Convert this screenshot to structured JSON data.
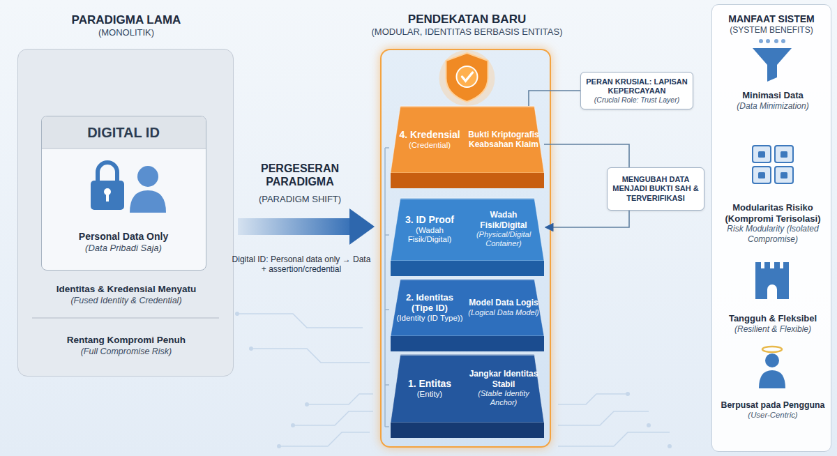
{
  "diagram": {
    "nodes": [
      {
        "text": [
          "PARADIGMA LAMA",
          "(MONOLITIK)",
          "Identitas & Kredensial Menyatu",
          "(Fused Identity & Credential)",
          "Rentang Kompromi Penuh",
          "(Full Compromise Risk)"
        ]
      },
      {
        "text": [
          "DIGITAL ID",
          "Personal Data Only",
          "(Data Pribadi Saja)"
        ],
        "in": 0
      },
      {
        "text": [
          "PENDEKATAN BARU",
          "(MODULAR, IDENTITAS BERBASIS ENTITAS)"
        ]
      },
      {
        "text": [
          "4. Kredensial",
          "(Credential)",
          "Bukti Kriptografis Keabsahan Klaim"
        ],
        "in": 2
      },
      {
        "text": [
          "3. ID Proof",
          "(Wadah Fisik/Digital)",
          "Wadah Fisik/Digital",
          "(Physical/Digital Container)"
        ],
        "in": 2
      },
      {
        "text": [
          "2. Identitas (Tipe ID)",
          "(Identity (ID Type))",
          "Model Data Logis",
          "(Logical Data Model)"
        ],
        "in": 2
      },
      {
        "text": [
          "1. Entitas",
          "(Entity)",
          "Jangkar Identitas Stabil",
          "(Stable Identity Anchor)"
        ],
        "in": 2
      },
      {
        "text": [
          "PERAN KRUSIAL: LAPISAN KEPERCAYAAN",
          "(Crucial Role: Trust Layer)"
        ]
      },
      {
        "text": [
          "MENGUBAH DATA MENJADI BUKTI SAH & TERVERIFIKASI"
        ]
      },
      {
        "text": [
          "MANFAAT SISTEM",
          "(SYSTEM BENEFITS)"
        ]
      }
    ],
    "edges": [
      {
        "from": 0,
        "to": 2,
        "label": "PERGESERAN PARADIGMA",
        "arrow": "to"
      },
      {
        "from": 7,
        "to": 3,
        "arrow": "none"
      },
      {
        "from": 3,
        "to": 8,
        "arrow": "none"
      },
      {
        "from": 8,
        "to": 4,
        "arrow": "to"
      }
    ],
    "labels": [
      "(PARADIGM SHIFT)",
      "Digital ID: Personal data only → Data + assertion/credential",
      "Minimasi Data",
      "(Data Minimization)",
      "Modularitas Risiko (Kompromi Terisolasi)",
      "Risk Modularity (Isolated Compromise)",
      "Tangguh & Fleksibel",
      "(Resilient & Flexible)",
      "Berpusat pada Pengguna",
      "(User-Centric)"
    ]
  }
}
